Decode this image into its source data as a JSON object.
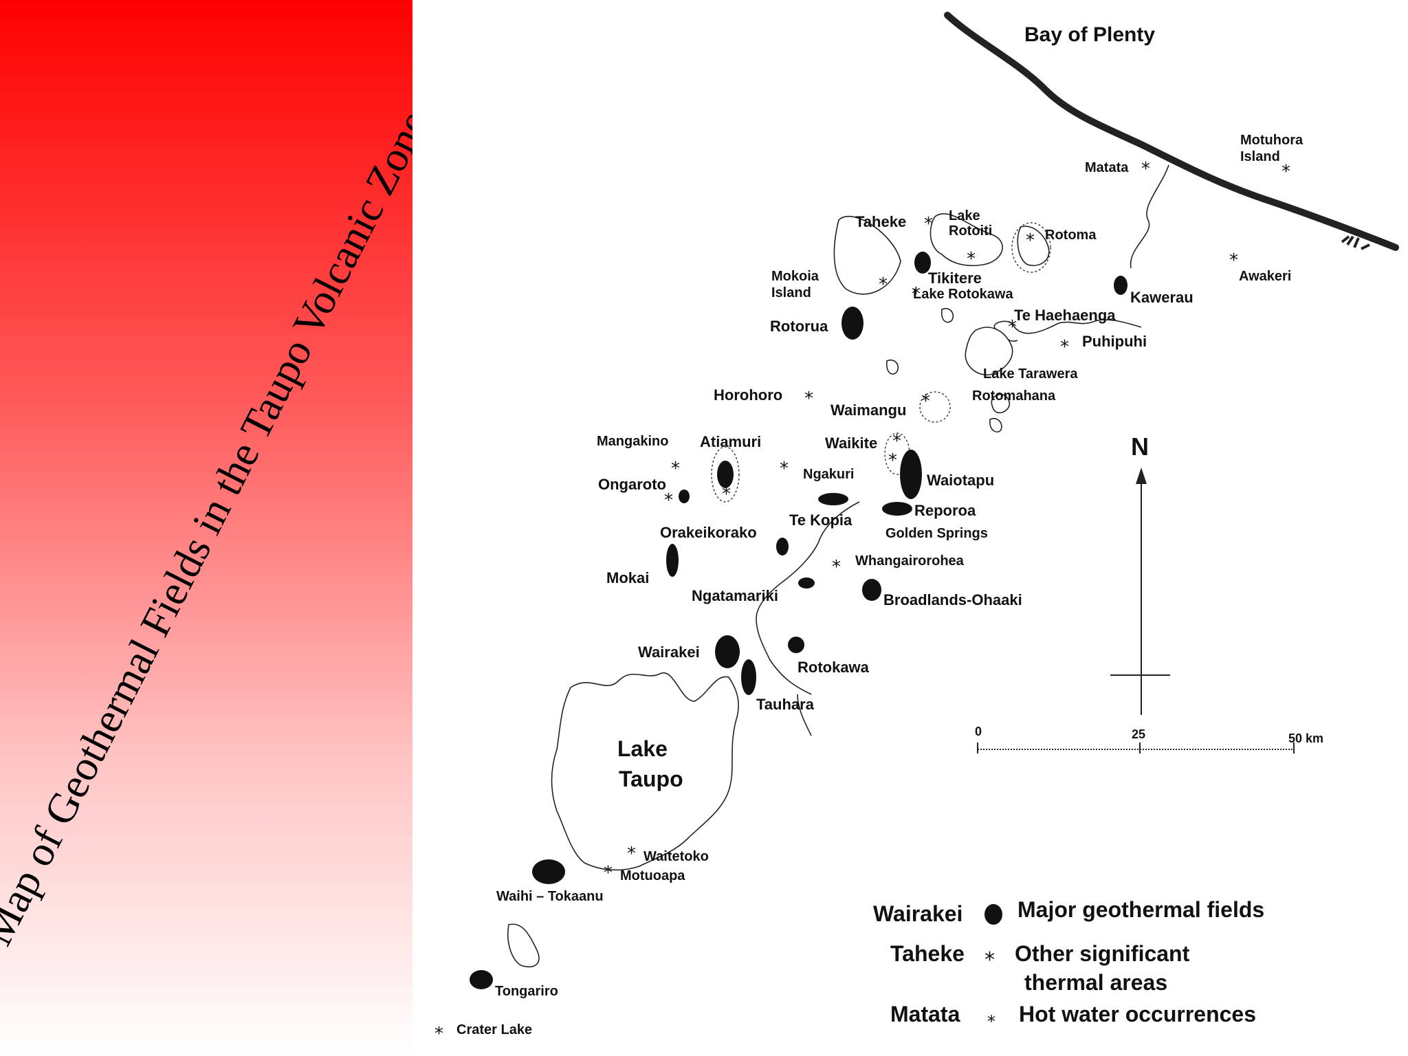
{
  "title": "Map of Geothermal Fields in the Taupo Volcanic Zone",
  "map": {
    "bay": "Bay of Plenty",
    "north": "N",
    "lake_taupo": [
      "Lake",
      "Taupo"
    ],
    "scale": [
      "0",
      "25",
      "50 km"
    ],
    "labels": {
      "matata": "Matata",
      "motuhora": [
        "Motuhora",
        "Island"
      ],
      "taheke": "Taheke",
      "lake_rotoiti": [
        "Lake",
        "Rotoiti"
      ],
      "rotoma": "Rotoma",
      "mokoia": [
        "Mokoia",
        "Island"
      ],
      "tikitere": "Tikitere",
      "lake_rotokawa": "Lake Rotokawa",
      "kawerau": "Kawerau",
      "awakeri": "Awakeri",
      "rotorua": "Rotorua",
      "te_haehaenga": "Te Haehaenga",
      "puhipuhi": "Puhipuhi",
      "lake_tarawera": "Lake Tarawera",
      "horohoro": "Horohoro",
      "rotomahana": "Rotomahana",
      "waimangu": "Waimangu",
      "mangakino": "Mangakino",
      "atiamuri": "Atiamuri",
      "waikite": "Waikite",
      "ngakuri": "Ngakuri",
      "waiotapu": "Waiotapu",
      "ongaroto": "Ongaroto",
      "te_kopia": "Te Kopia",
      "reporoa": "Reporoa",
      "golden_springs": "Golden Springs",
      "orakeikorako": "Orakeikorako",
      "whangairorohea": "Whangairorohea",
      "mokai": "Mokai",
      "ngatamariki": "Ngatamariki",
      "broadlands": "Broadlands-Ohaaki",
      "wairakei": "Wairakei",
      "rotokawa": "Rotokawa",
      "tauhara": "Tauhara",
      "waitetoko": "Waitetoko",
      "motuoapa": "Motuoapa",
      "waihi": "Waihi – Tokaanu",
      "tongariro": "Tongariro",
      "crater_lake": "Crater Lake"
    }
  },
  "legend": {
    "major_example": "Wairakei",
    "major_label": "Major geothermal fields",
    "other_example": "Taheke",
    "other_label": [
      "Other significant",
      "thermal areas"
    ],
    "hot_example": "Matata",
    "hot_label": "Hot water occurrences"
  }
}
